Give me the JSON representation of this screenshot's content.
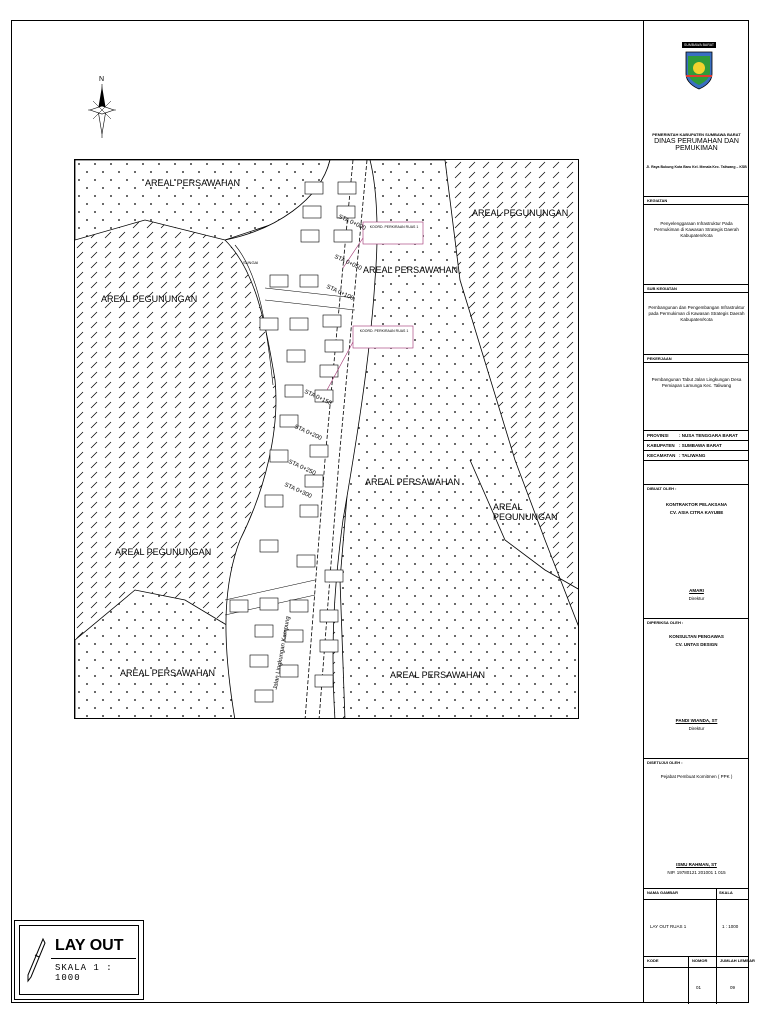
{
  "title_block": {
    "logo_banner": "SUMBAWA BARAT",
    "institution": "PEMERINTAH KABUPATEN SUMBAWA BARAT",
    "department": "DINAS PERUMAHAN DAN PEMUKIMAN",
    "address": "Jl. Raya Bukung Kota Baru Kel. Menala Kec. Taliwang – KSB",
    "kegiatan_header": "KEGIATAN",
    "kegiatan_text": "Penyelenggaraan Infrastruktur Pada Permukiman di Kawasan Strategis Daerah Kabupaten/Kota",
    "sub_kegiatan_header": "SUB KEGIATAN",
    "sub_kegiatan_text": "Pembangunan dan Pengembangan Infrastruktur pada Permukiman di Kawasan Strategis Daerah Kabupaten/Kota",
    "pekerjaan_header": "PEKERJAAN",
    "pekerjaan_text": "Pembangunan Tabut Jalan Lingkungan Desa Pemiapan Lamunga Kec. Taliwang",
    "provinsi_label": "PROVINSI",
    "provinsi_value": ": NUSA TENGGARA BARAT",
    "kabupaten_label": "KABUPATEN",
    "kabupaten_value": ": SUMBAWA BARAT",
    "kecamatan_label": "KECAMATAN",
    "kecamatan_value": ": TALIWANG",
    "dibuat_header": "DIBUAT OLEH :",
    "kontraktor_1": "KONTRAKTOR PELAKSANA",
    "kontraktor_2": "CV. ASIA CITRA KAYUBE",
    "kontraktor_name": "AMARI",
    "kontraktor_role": "Direktur",
    "diperiksa_header": "DIPERIKSA OLEH :",
    "konsultan_1": "KONSULTAN PENGAWAS",
    "konsultan_2": "CV. UNTAS DESIGN",
    "konsultan_name": "PANDI WIANDA, ST",
    "konsultan_role": "Direktur",
    "disetujui_header": "DISETUJUI OLEH :",
    "ppk": "Pejabat Pembuat Komitmen ( PPK )",
    "ppk_name": "ISMU RAHMAN, ST",
    "ppk_nip": "NIP. 19780121 201001 1 015",
    "nama_gambar_header": "NAMA GAMBAR",
    "skala_header": "SKALA",
    "nama_gambar_value": "LAY OUT RUAS 1",
    "skala_value": "1 : 1000",
    "kode_header": "KODE",
    "nomor_header": "NOMOR",
    "jumlah_header": "JUMLAH LEMBAR",
    "nomor_value": "01",
    "jumlah_value": "09"
  },
  "map": {
    "labels": {
      "sawah_nw": "AREAL PERSAWAHAN",
      "gunung_ne": "AREAL PEGUNUNGAN",
      "gunung_w": "AREAL PEGUNUNGAN",
      "sawah_mid": "AREAL PERSAWAHAN",
      "sawah_center": "AREAL PERSAWAHAN",
      "gunung_e": "AREAL PEGUNUNGAN",
      "gunung_sw": "AREAL PEGUNUNGAN",
      "sawah_sw": "AREAL PERSAWAHAN",
      "sawah_se": "AREAL PERSAWAHAN",
      "sungai": "SUNGAI",
      "sta_1": "STA 0+000",
      "sta_2": "STA 0+050",
      "sta_3": "STA 0+100",
      "sta_4": "STA 0+150",
      "sta_5": "STA 0+200",
      "sta_6": "STA 0+250",
      "sta_7": "STA 0+300",
      "road_name": "Jalan Lingkungan Kampung",
      "coord_1": "KOORD. PERKIRAAN RUAS 1",
      "coord_2": "KOORD. PERKIRAAN RUAS 1"
    },
    "north": "N"
  },
  "legend": {
    "title": "LAY OUT",
    "scale": "SKALA 1 : 1000"
  }
}
